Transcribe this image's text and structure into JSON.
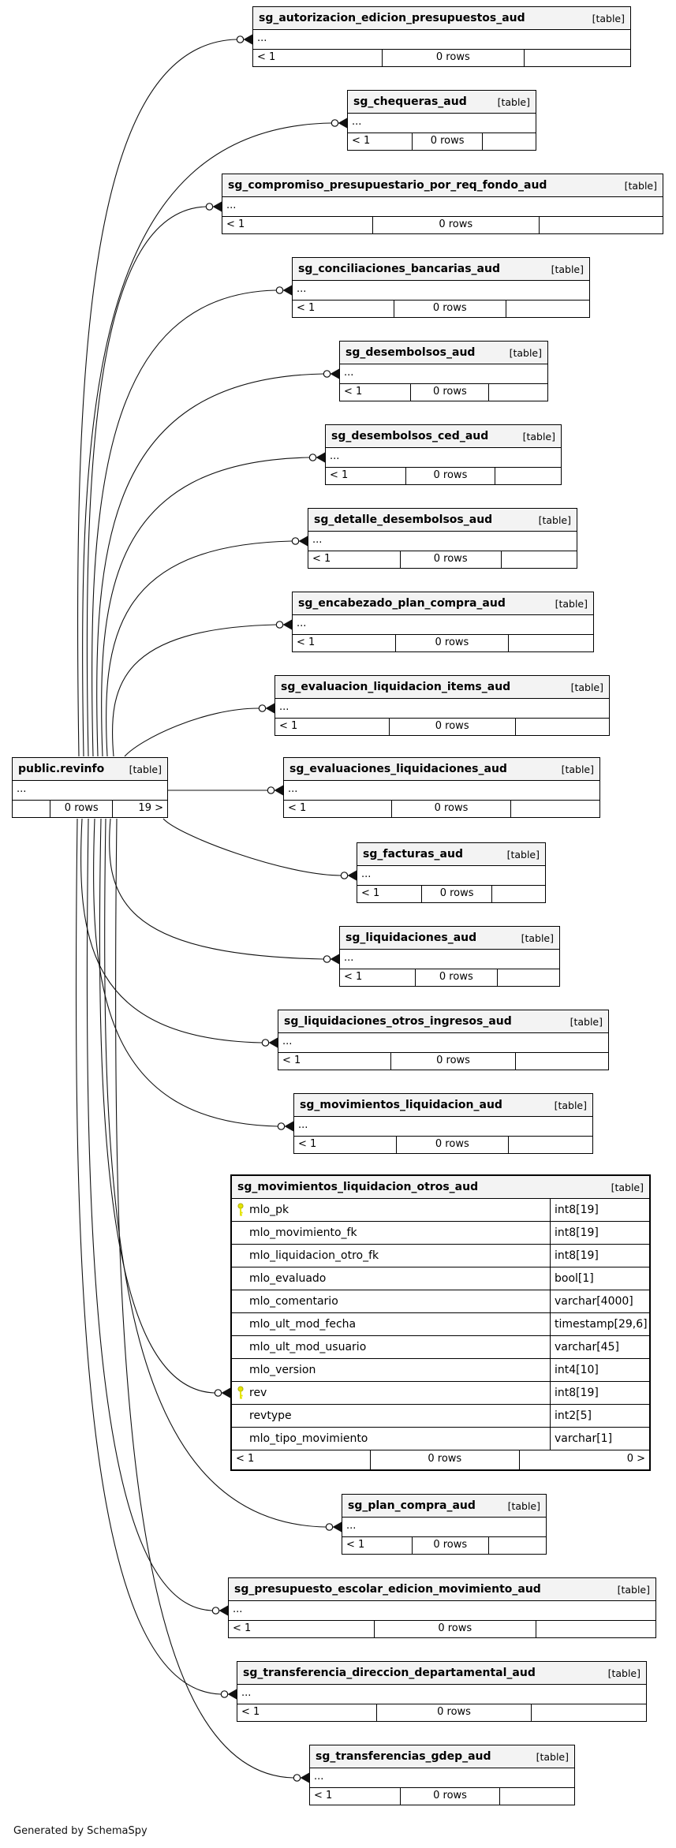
{
  "generator_note": "Generated by SchemaSpy",
  "revinfo": {
    "name": "public.revinfo",
    "badge": "[table]",
    "ellipsis": "...",
    "footer_left": "",
    "footer_center": "0 rows",
    "footer_right": "19 >"
  },
  "related_tables": [
    {
      "name": "sg_autorizacion_edicion_presupuestos_aud",
      "badge": "[table]",
      "ellipsis": "...",
      "footer_left": "< 1",
      "footer_center": "0 rows",
      "footer_right": ""
    },
    {
      "name": "sg_chequeras_aud",
      "badge": "[table]",
      "ellipsis": "...",
      "footer_left": "< 1",
      "footer_center": "0 rows",
      "footer_right": ""
    },
    {
      "name": "sg_compromiso_presupuestario_por_req_fondo_aud",
      "badge": "[table]",
      "ellipsis": "...",
      "footer_left": "< 1",
      "footer_center": "0 rows",
      "footer_right": ""
    },
    {
      "name": "sg_conciliaciones_bancarias_aud",
      "badge": "[table]",
      "ellipsis": "...",
      "footer_left": "< 1",
      "footer_center": "0 rows",
      "footer_right": ""
    },
    {
      "name": "sg_desembolsos_aud",
      "badge": "[table]",
      "ellipsis": "...",
      "footer_left": "< 1",
      "footer_center": "0 rows",
      "footer_right": ""
    },
    {
      "name": "sg_desembolsos_ced_aud",
      "badge": "[table]",
      "ellipsis": "...",
      "footer_left": "< 1",
      "footer_center": "0 rows",
      "footer_right": ""
    },
    {
      "name": "sg_detalle_desembolsos_aud",
      "badge": "[table]",
      "ellipsis": "...",
      "footer_left": "< 1",
      "footer_center": "0 rows",
      "footer_right": ""
    },
    {
      "name": "sg_encabezado_plan_compra_aud",
      "badge": "[table]",
      "ellipsis": "...",
      "footer_left": "< 1",
      "footer_center": "0 rows",
      "footer_right": ""
    },
    {
      "name": "sg_evaluacion_liquidacion_items_aud",
      "badge": "[table]",
      "ellipsis": "...",
      "footer_left": "< 1",
      "footer_center": "0 rows",
      "footer_right": ""
    },
    {
      "name": "sg_evaluaciones_liquidaciones_aud",
      "badge": "[table]",
      "ellipsis": "...",
      "footer_left": "< 1",
      "footer_center": "0 rows",
      "footer_right": ""
    },
    {
      "name": "sg_facturas_aud",
      "badge": "[table]",
      "ellipsis": "...",
      "footer_left": "< 1",
      "footer_center": "0 rows",
      "footer_right": ""
    },
    {
      "name": "sg_liquidaciones_aud",
      "badge": "[table]",
      "ellipsis": "...",
      "footer_left": "< 1",
      "footer_center": "0 rows",
      "footer_right": ""
    },
    {
      "name": "sg_liquidaciones_otros_ingresos_aud",
      "badge": "[table]",
      "ellipsis": "...",
      "footer_left": "< 1",
      "footer_center": "0 rows",
      "footer_right": ""
    },
    {
      "name": "sg_movimientos_liquidacion_aud",
      "badge": "[table]",
      "ellipsis": "...",
      "footer_left": "< 1",
      "footer_center": "0 rows",
      "footer_right": ""
    },
    {
      "name": "sg_plan_compra_aud",
      "badge": "[table]",
      "ellipsis": "...",
      "footer_left": "< 1",
      "footer_center": "0 rows",
      "footer_right": ""
    },
    {
      "name": "sg_presupuesto_escolar_edicion_movimiento_aud",
      "badge": "[table]",
      "ellipsis": "...",
      "footer_left": "< 1",
      "footer_center": "0 rows",
      "footer_right": ""
    },
    {
      "name": "sg_transferencia_direccion_departamental_aud",
      "badge": "[table]",
      "ellipsis": "...",
      "footer_left": "< 1",
      "footer_center": "0 rows",
      "footer_right": ""
    },
    {
      "name": "sg_transferencias_gdep_aud",
      "badge": "[table]",
      "ellipsis": "...",
      "footer_left": "< 1",
      "footer_center": "0 rows",
      "footer_right": ""
    }
  ],
  "focus_table": {
    "name": "sg_movimientos_liquidacion_otros_aud",
    "badge": "[table]",
    "columns": [
      {
        "name": "mlo_pk",
        "type": "int8[19]",
        "key": true
      },
      {
        "name": "mlo_movimiento_fk",
        "type": "int8[19]",
        "key": false
      },
      {
        "name": "mlo_liquidacion_otro_fk",
        "type": "int8[19]",
        "key": false
      },
      {
        "name": "mlo_evaluado",
        "type": "bool[1]",
        "key": false
      },
      {
        "name": "mlo_comentario",
        "type": "varchar[4000]",
        "key": false
      },
      {
        "name": "mlo_ult_mod_fecha",
        "type": "timestamp[29,6]",
        "key": false
      },
      {
        "name": "mlo_ult_mod_usuario",
        "type": "varchar[45]",
        "key": false
      },
      {
        "name": "mlo_version",
        "type": "int4[10]",
        "key": false
      },
      {
        "name": "rev",
        "type": "int8[19]",
        "key": true
      },
      {
        "name": "revtype",
        "type": "int2[5]",
        "key": false
      },
      {
        "name": "mlo_tipo_movimiento",
        "type": "varchar[1]",
        "key": false
      }
    ],
    "footer_left": "< 1",
    "footer_center": "0 rows",
    "footer_right": "0 >"
  },
  "colors": {
    "header_bg": "#f3f3f3",
    "border": "#000000",
    "edge": "#111111",
    "key_icon": "#e4e400"
  }
}
